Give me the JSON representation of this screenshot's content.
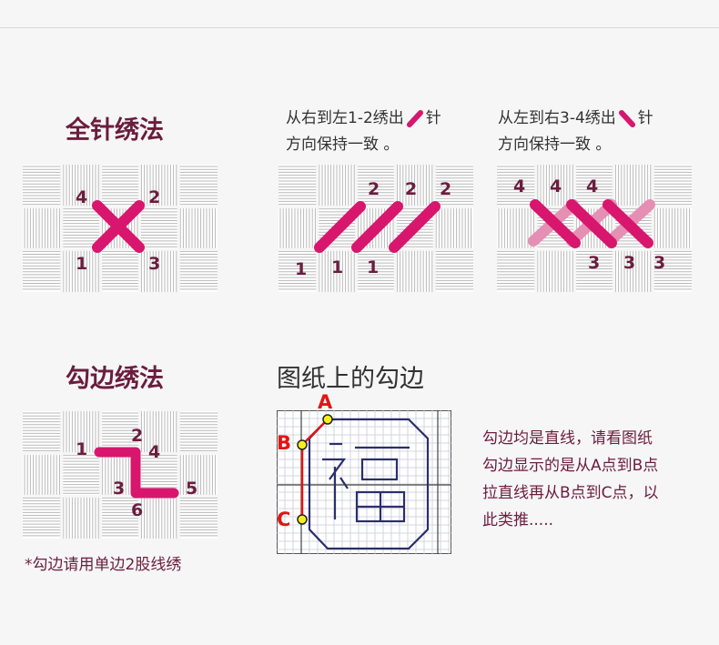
{
  "sections": {
    "full_stitch": {
      "title": "全针绣法",
      "panel1_numbers": [
        "4",
        "2",
        "1",
        "3"
      ],
      "panel2_caption": [
        "从右到左1-2绣出",
        "针",
        "方向保持一致 。"
      ],
      "panel2_numbers": [
        "2",
        "2",
        "2",
        "1",
        "1",
        "1"
      ],
      "panel3_caption": [
        "从左到右3-4绣出",
        "针",
        "方向保持一致 。"
      ],
      "panel3_numbers": [
        "4",
        "4",
        "4",
        "3",
        "3",
        "3"
      ]
    },
    "backstitch": {
      "title": "勾边绣法",
      "numbers": [
        "2",
        "1",
        "4",
        "3",
        "5",
        "6"
      ],
      "note": "*勾边请用单边2股线绣"
    },
    "pattern": {
      "title": "图纸上的勾边",
      "points": [
        "A",
        "B",
        "C"
      ],
      "description": [
        "勾边均是直线，请看图纸",
        "勾边显示的是从A点到B点",
        "拉直线再从B点到C点，以",
        "此类推....."
      ]
    }
  },
  "colors": {
    "title": "#6b1d3d",
    "thread": "#d8166e",
    "thread_light": "#e58fb5",
    "fabric": "#ffffff",
    "fabric_line": "#b9b9b9",
    "grid_line": "#2b2f6b",
    "path_red": "#e41414",
    "point_fill": "#f6ee1a"
  },
  "icons": {
    "needle_left": "stitch-slash-icon",
    "needle_right": "stitch-backslash-icon"
  }
}
